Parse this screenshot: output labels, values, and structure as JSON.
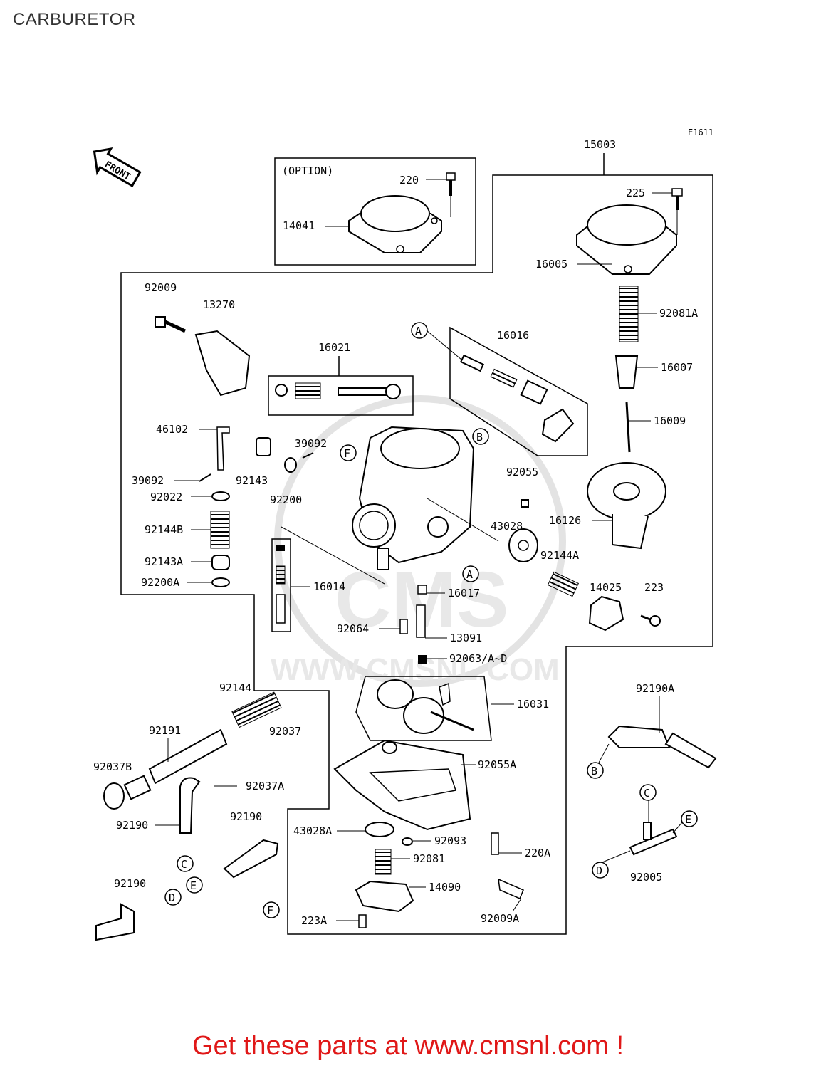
{
  "page": {
    "title": "CARBURETOR",
    "footer_cta": "Get these parts at www.cmsnl.com !",
    "diagram_code": "E1611",
    "front_label": "FRONT",
    "option_label": "(OPTION)",
    "watermark_text": "CMS",
    "watermark_url": "WWW.CMSNL.COM"
  },
  "colors": {
    "cta": "#e01818",
    "lines": "#000000",
    "watermark": "#d0d0d0"
  },
  "part_labels": [
    "15003",
    "225",
    "16005",
    "92081A",
    "16007",
    "16009",
    "16126",
    "220",
    "14041",
    "92009",
    "13270",
    "16021",
    "16016",
    "46102",
    "39092",
    "39092",
    "92143",
    "92200",
    "92022",
    "92144B",
    "92143A",
    "92200A",
    "92055",
    "43028",
    "92144A",
    "14025",
    "223",
    "16014",
    "16017",
    "92064",
    "13091",
    "92063/A~D",
    "16031",
    "92144",
    "92037",
    "92191",
    "92037B",
    "92037A",
    "92190",
    "92190",
    "92190",
    "92055A",
    "43028A",
    "92093",
    "92081",
    "220A",
    "14090",
    "223A",
    "92009A",
    "92190A",
    "92005"
  ],
  "connector_letters": [
    "A",
    "A",
    "B",
    "B",
    "C",
    "C",
    "D",
    "D",
    "E",
    "E",
    "F",
    "F"
  ]
}
